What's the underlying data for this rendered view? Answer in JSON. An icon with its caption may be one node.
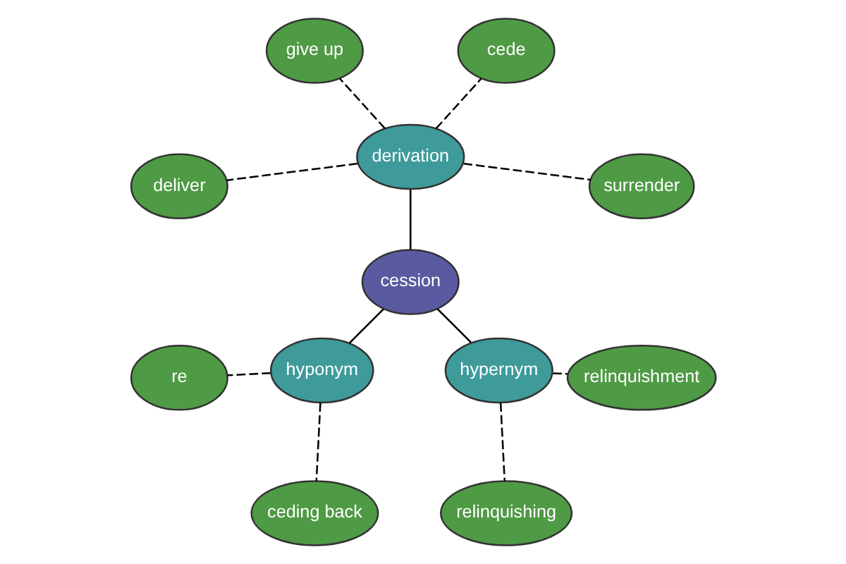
{
  "diagram": {
    "nodes": [
      {
        "text": [
          "cession"
        ]
      },
      {
        "text": [
          "derivation"
        ]
      },
      {
        "text": [
          "surrender"
        ]
      },
      {
        "text": [
          "cede"
        ]
      },
      {
        "text": [
          "give up"
        ]
      },
      {
        "text": [
          "deliver"
        ]
      },
      {
        "text": [
          "hyponym"
        ]
      },
      {
        "text": [
          "re"
        ]
      },
      {
        "text": [
          "ceding back"
        ]
      },
      {
        "text": [
          "hypernym"
        ]
      },
      {
        "text": [
          "relinquishing"
        ]
      },
      {
        "text": [
          "relinquishment"
        ]
      }
    ],
    "edges": [
      {
        "from": 0,
        "to": 1,
        "arrow": "none"
      },
      {
        "from": 1,
        "to": 2,
        "arrow": "none",
        "style": "dashed"
      },
      {
        "from": 1,
        "to": 3,
        "arrow": "none",
        "style": "dashed"
      },
      {
        "from": 1,
        "to": 4,
        "arrow": "none",
        "style": "dashed"
      },
      {
        "from": 1,
        "to": 5,
        "arrow": "none",
        "style": "dashed"
      },
      {
        "from": 0,
        "to": 6,
        "arrow": "none"
      },
      {
        "from": 6,
        "to": 7,
        "arrow": "none",
        "style": "dashed"
      },
      {
        "from": 6,
        "to": 8,
        "arrow": "none",
        "style": "dashed"
      },
      {
        "from": 0,
        "to": 9,
        "arrow": "none"
      },
      {
        "from": 9,
        "to": 10,
        "arrow": "none",
        "style": "dashed"
      },
      {
        "from": 9,
        "to": 11,
        "arrow": "none",
        "style": "dashed"
      }
    ]
  }
}
